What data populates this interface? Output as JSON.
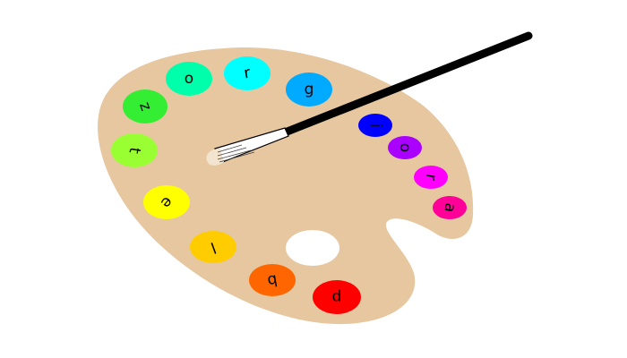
{
  "colors": {
    "background": "#ffffff",
    "palette": "#e6c7a0",
    "brush_handle": "#000000",
    "brush_ferrule": "#ffffff",
    "brush_bristles": "#f2e4cf"
  },
  "paint_blobs": [
    {
      "id": "blob-p",
      "color": "#ff0000",
      "letter": "p"
    },
    {
      "id": "blob-b",
      "color": "#ff6600",
      "letter": "b"
    },
    {
      "id": "blob-l",
      "color": "#ffcc00",
      "letter": "l"
    },
    {
      "id": "blob-e",
      "color": "#ffff00",
      "letter": "e"
    },
    {
      "id": "blob-t",
      "color": "#99ff33",
      "letter": "t"
    },
    {
      "id": "blob-z",
      "color": "#33ee33",
      "letter": "z"
    },
    {
      "id": "blob-o",
      "color": "#00ffaa",
      "letter": "o"
    },
    {
      "id": "blob-r",
      "color": "#00ffff",
      "letter": "r"
    },
    {
      "id": "blob-g",
      "color": "#00aaff",
      "letter": "g"
    },
    {
      "id": "blob-i",
      "color": "#0000ff",
      "letter": "i"
    },
    {
      "id": "blob-o2",
      "color": "#aa00ff",
      "letter": "o"
    },
    {
      "id": "blob-r2",
      "color": "#ff00ff",
      "letter": "r"
    },
    {
      "id": "blob-a",
      "color": "#ff0099",
      "letter": "a"
    }
  ]
}
